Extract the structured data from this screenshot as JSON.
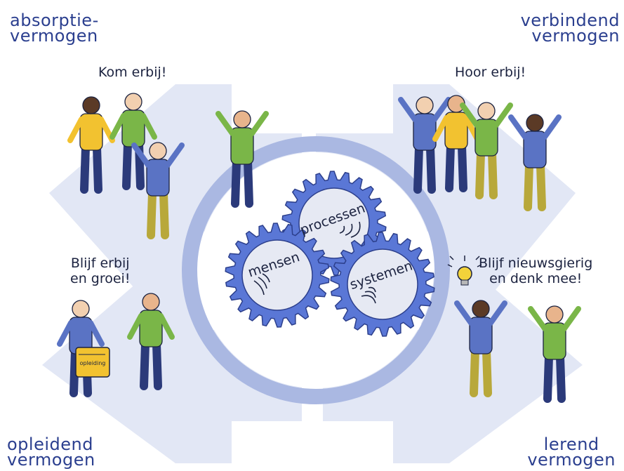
{
  "corners": {
    "top_left": {
      "line1": "absorptie-",
      "line2": "vermogen"
    },
    "top_right": {
      "line1": "verbindend",
      "line2": "vermogen"
    },
    "bottom_left": {
      "line1": "opleidend",
      "line2": "vermogen"
    },
    "bottom_right": {
      "line1": "lerend",
      "line2": "vermogen"
    }
  },
  "callouts": {
    "top_left": {
      "line1": "Kom erbij!"
    },
    "top_right": {
      "line1": "Hoor erbij!"
    },
    "bottom_left": {
      "line1": "Blijf erbij",
      "line2": "en groei!"
    },
    "bottom_right": {
      "line1": "Blijf nieuwsgierig",
      "line2": "en denk mee!"
    }
  },
  "gears": {
    "top": "processen",
    "left": "mensen",
    "right": "systemen"
  },
  "bag_label": "opleiding",
  "colors": {
    "arrow_fill": "#e2e7f5",
    "ring": "#aab8e2",
    "gear_fill": "#5a77d6",
    "gear_face": "#e6e9f3",
    "text_dark": "#1c2340",
    "corner_text": "#2b3f8f",
    "shirt_green": "#7ab648",
    "shirt_blue": "#5a73c4",
    "shirt_yellow": "#f2c230",
    "pants_navy": "#2b3a7a",
    "pants_olive": "#b8a83a"
  }
}
